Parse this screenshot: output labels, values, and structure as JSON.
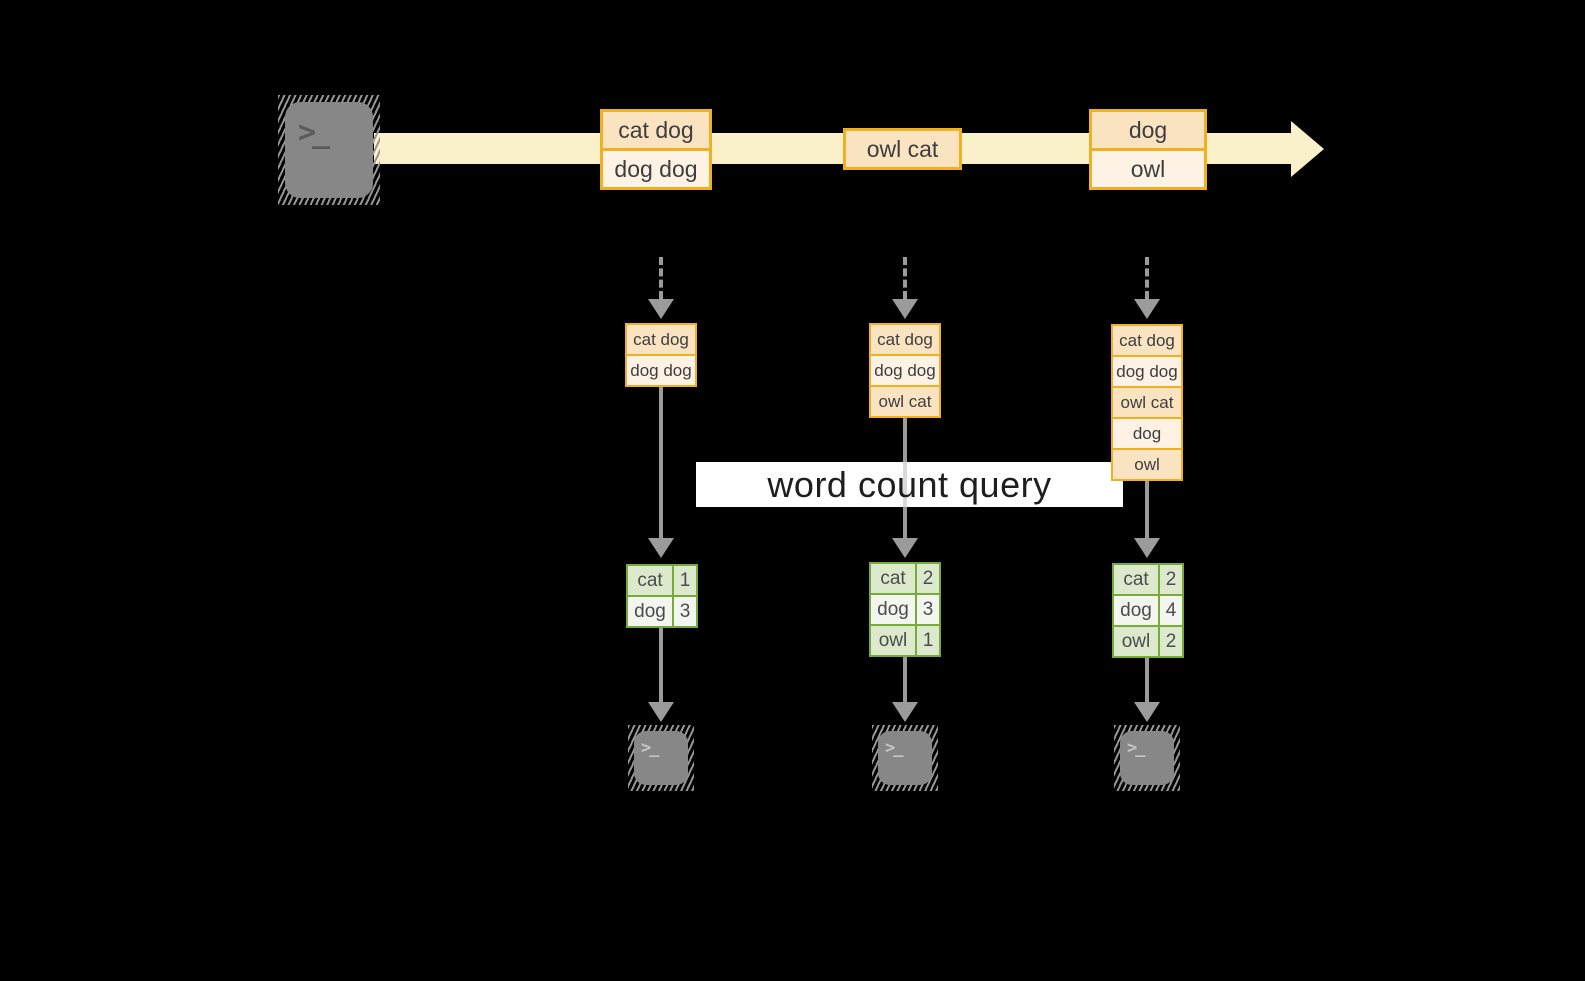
{
  "banner": {
    "label": "word count query"
  },
  "icons": {
    "terminal_glyph": ">_"
  },
  "colors": {
    "background": "#000000",
    "stream_fill": "#FAF0C9",
    "event_border": "#F0B121",
    "event_fill_dark": "#FAE3C1",
    "event_fill_light": "#FDF2E3",
    "table_border": "#76AB3B",
    "table_fill_green": "#DCE9CD",
    "table_fill_white": "#F3F6EF",
    "arrow_gray": "#9B9B9B",
    "terminal_gray": "#878787",
    "banner_bg": "#FFFFFF"
  },
  "stream": {
    "events": [
      {
        "lines": [
          "cat dog",
          "dog dog"
        ]
      },
      {
        "lines": [
          "owl cat"
        ]
      },
      {
        "lines": [
          "dog",
          "owl"
        ]
      }
    ]
  },
  "columns": [
    {
      "buffer": [
        "cat dog",
        "dog dog"
      ],
      "counts": [
        {
          "word": "cat",
          "count": "1"
        },
        {
          "word": "dog",
          "count": "3"
        }
      ]
    },
    {
      "buffer": [
        "cat dog",
        "dog dog",
        "owl cat"
      ],
      "counts": [
        {
          "word": "cat",
          "count": "2"
        },
        {
          "word": "dog",
          "count": "3"
        },
        {
          "word": "owl",
          "count": "1"
        }
      ]
    },
    {
      "buffer": [
        "cat dog",
        "dog dog",
        "owl cat",
        "dog",
        "owl"
      ],
      "counts": [
        {
          "word": "cat",
          "count": "2"
        },
        {
          "word": "dog",
          "count": "4"
        },
        {
          "word": "owl",
          "count": "2"
        }
      ]
    }
  ]
}
